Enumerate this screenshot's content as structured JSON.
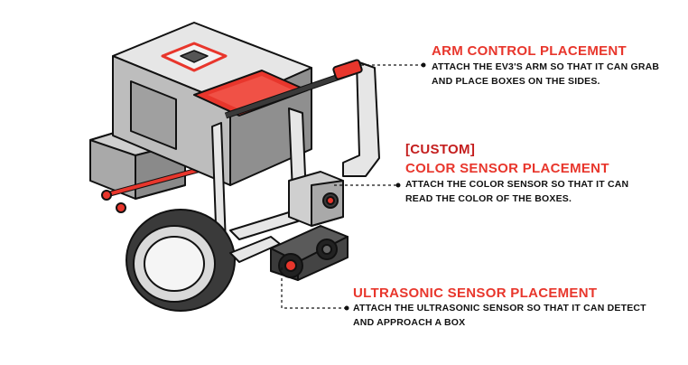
{
  "callouts": {
    "arm": {
      "title": "ARM CONTROL PLACEMENT",
      "line1": "ATTACH THE EV3'S ARM SO THAT IT CAN GRAB",
      "line2": "AND PLACE BOXES ON THE SIDES."
    },
    "color": {
      "tag": "[CUSTOM]",
      "title": "COLOR SENSOR PLACEMENT",
      "line1": "ATTACH THE COLOR SENSOR SO THAT IT CAN",
      "line2": "READ THE COLOR OF THE BOXES."
    },
    "ultrasonic": {
      "title": "ULTRASONIC SENSOR PLACEMENT",
      "line1": "ATTACH THE ULTRASONIC SENSOR SO THAT IT CAN DETECT",
      "line2": "AND APPROACH A BOX"
    }
  },
  "colors": {
    "accent": "#e8362c",
    "accent_dark": "#c41e1e",
    "text": "#111111",
    "body_gray": "#d6d6d6",
    "dark_gray": "#3a3a3a"
  }
}
